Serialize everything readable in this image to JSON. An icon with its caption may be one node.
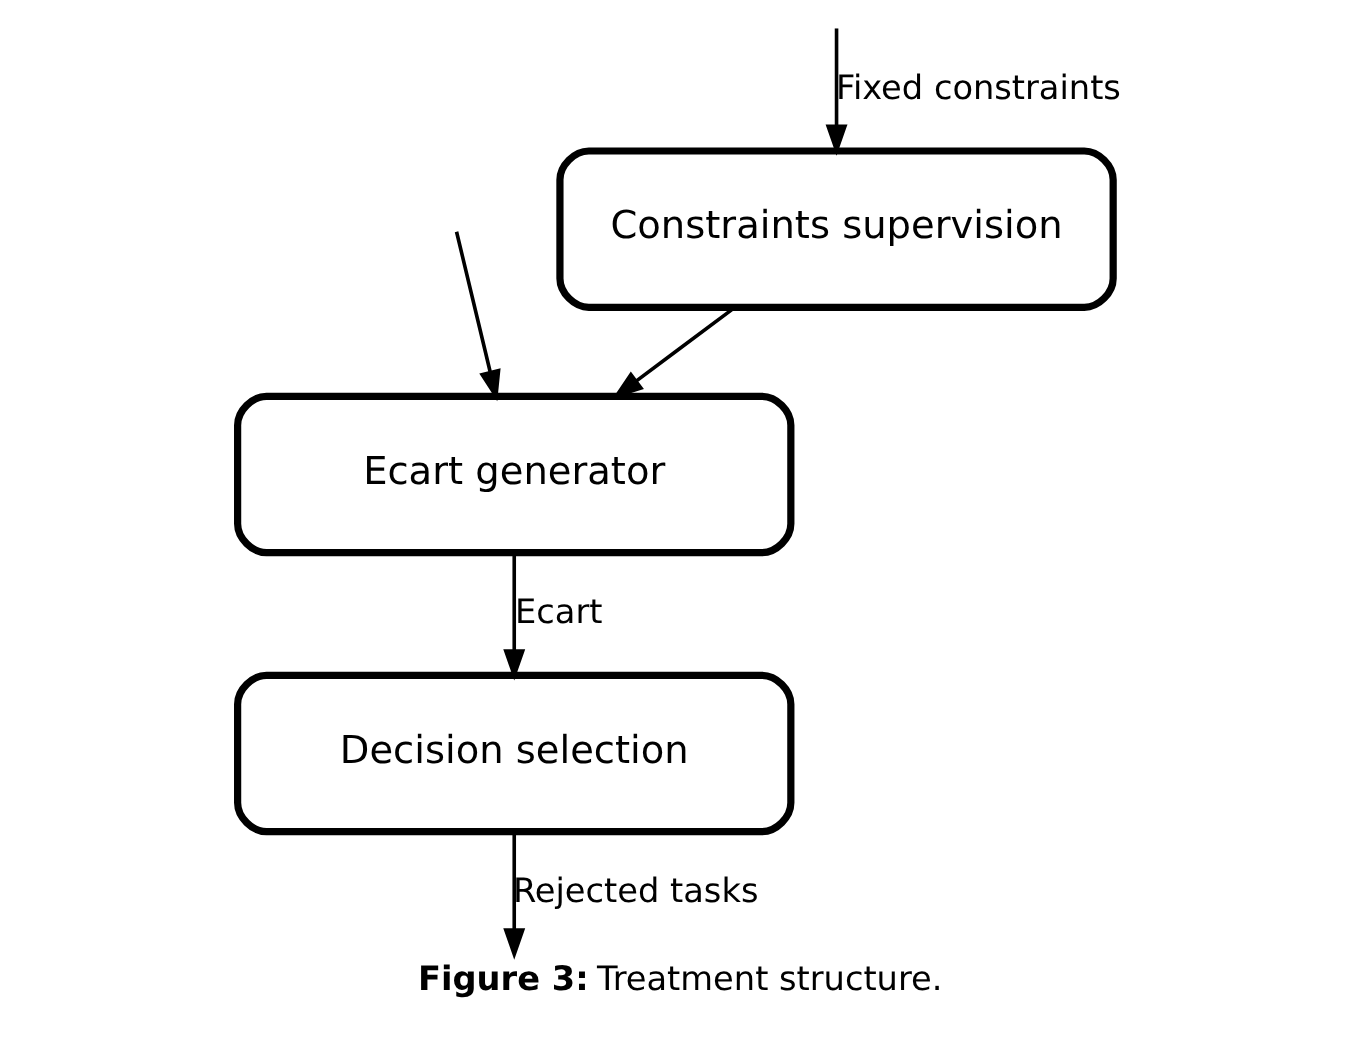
{
  "diagram": {
    "caption": "**Figure 3:** Treatment structure.",
    "nodes": [
      {
        "text": [
          "Constraints supervision"
        ]
      },
      {
        "text": [
          "Ecart generator"
        ]
      },
      {
        "text": [
          "Decision selection"
        ]
      }
    ],
    "edges": [
      {
        "from": null,
        "to": 0,
        "arrow": "to",
        "label": "Fixed constraints"
      },
      {
        "from": null,
        "to": 1,
        "arrow": "to"
      },
      {
        "from": 0,
        "to": 1,
        "arrow": "to"
      },
      {
        "from": 1,
        "to": 2,
        "arrow": "to",
        "label": "Ecart"
      },
      {
        "from": 2,
        "to": null,
        "arrow": "to",
        "label": "Rejected tasks"
      }
    ]
  }
}
